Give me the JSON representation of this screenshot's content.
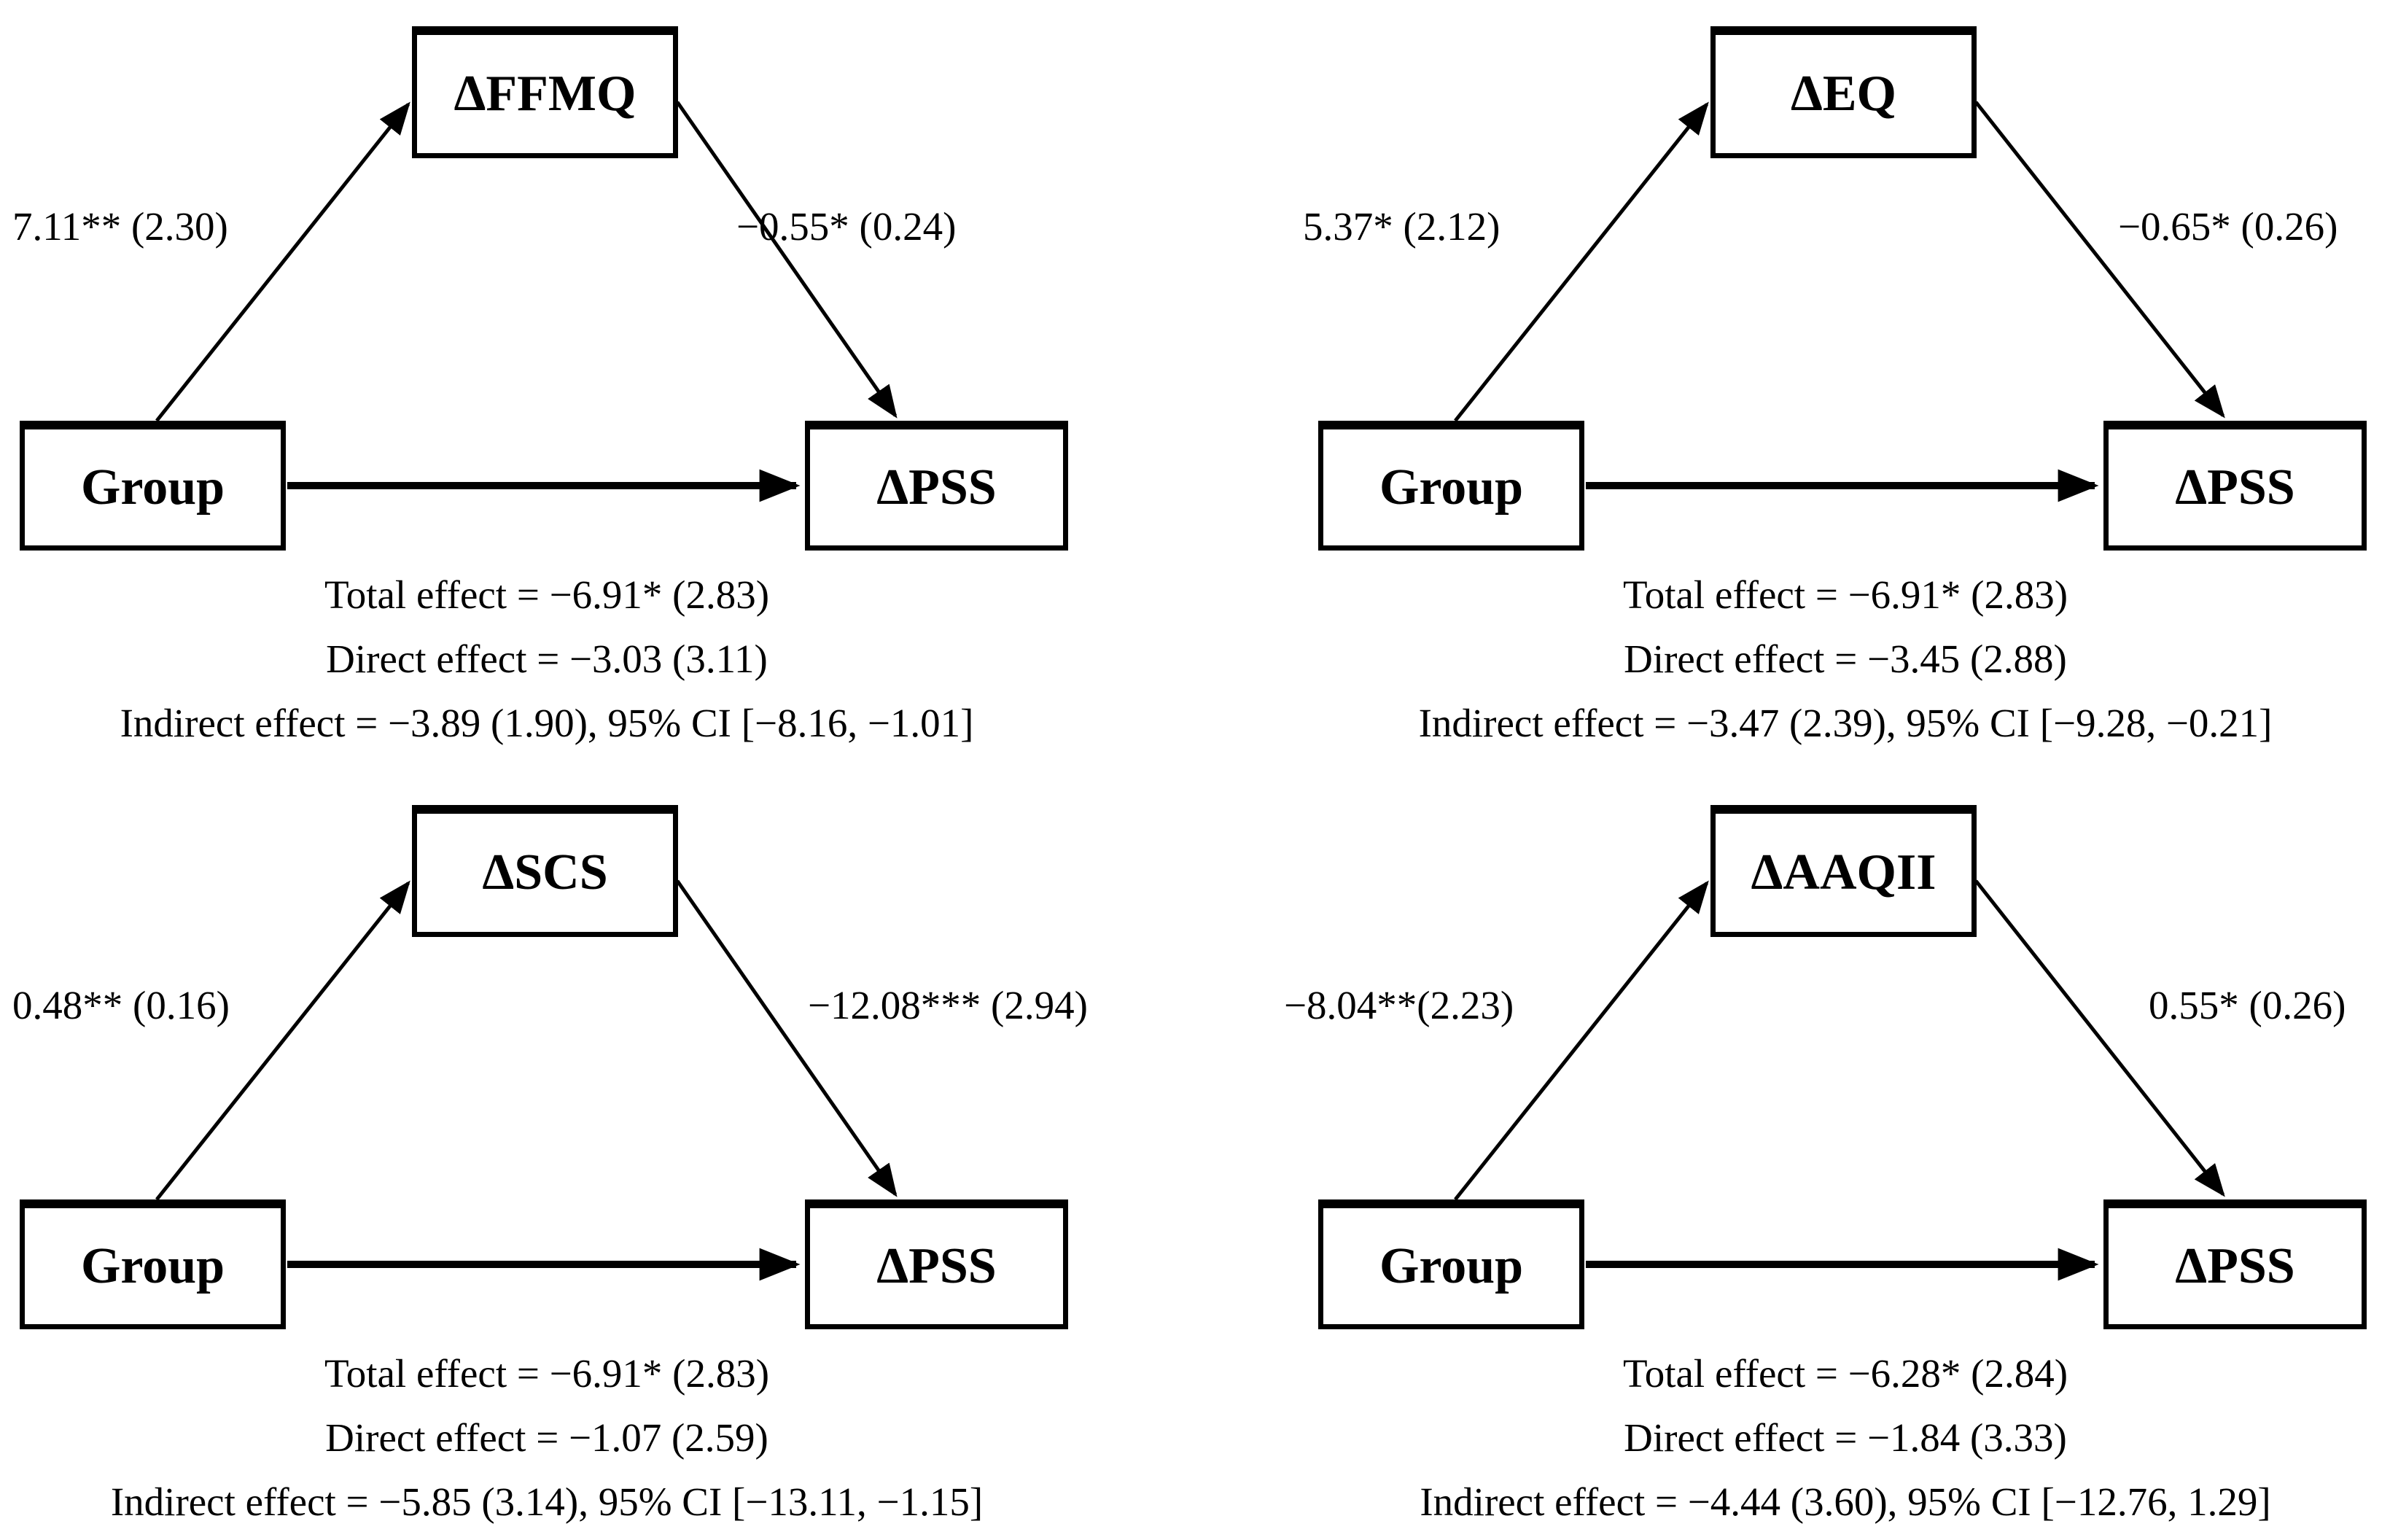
{
  "figure": {
    "description": "Four mediation path models of Group on ΔPSS",
    "colors": {
      "ink": "#000000",
      "background": "#ffffff"
    },
    "models": [
      {
        "name": "FFMQ mediation model",
        "predictor_label": "Group",
        "mediator_label": "ΔFFMQ",
        "outcome_label": "ΔPSS",
        "path_a_coefficient": "7.11** (2.30)",
        "path_b_coefficient": "−0.55* (0.24)",
        "total_effect_line": "Total effect = −6.91* (2.83)",
        "direct_effect_line": "Direct effect = −3.03 (3.11)",
        "indirect_effect_line": "Indirect effect = −3.89 (1.90), 95% CI [−8.16, −1.01]"
      },
      {
        "name": "EQ mediation model",
        "predictor_label": "Group",
        "mediator_label": "ΔEQ",
        "outcome_label": "ΔPSS",
        "path_a_coefficient": "5.37* (2.12)",
        "path_b_coefficient": "−0.65* (0.26)",
        "total_effect_line": "Total effect = −6.91* (2.83)",
        "direct_effect_line": "Direct effect = −3.45 (2.88)",
        "indirect_effect_line": "Indirect effect = −3.47 (2.39), 95% CI [−9.28, −0.21]"
      },
      {
        "name": "SCS mediation model",
        "predictor_label": "Group",
        "mediator_label": "ΔSCS",
        "outcome_label": "ΔPSS",
        "path_a_coefficient": "0.48** (0.16)",
        "path_b_coefficient": "−12.08*** (2.94)",
        "total_effect_line": "Total effect = −6.91* (2.83)",
        "direct_effect_line": "Direct effect = −1.07 (2.59)",
        "indirect_effect_line": "Indirect effect = −5.85 (3.14), 95% CI [−13.11, −1.15]"
      },
      {
        "name": "AAQII mediation model",
        "predictor_label": "Group",
        "mediator_label": "ΔAAQII",
        "outcome_label": "ΔPSS",
        "path_a_coefficient": "−8.04**(2.23)",
        "path_b_coefficient": "0.55* (0.26)",
        "total_effect_line": "Total effect = −6.28* (2.84)",
        "direct_effect_line": "Direct effect = −1.84 (3.33)",
        "indirect_effect_line": "Indirect effect = −4.44 (3.60), 95% CI [−12.76, 1.29]"
      }
    ]
  }
}
